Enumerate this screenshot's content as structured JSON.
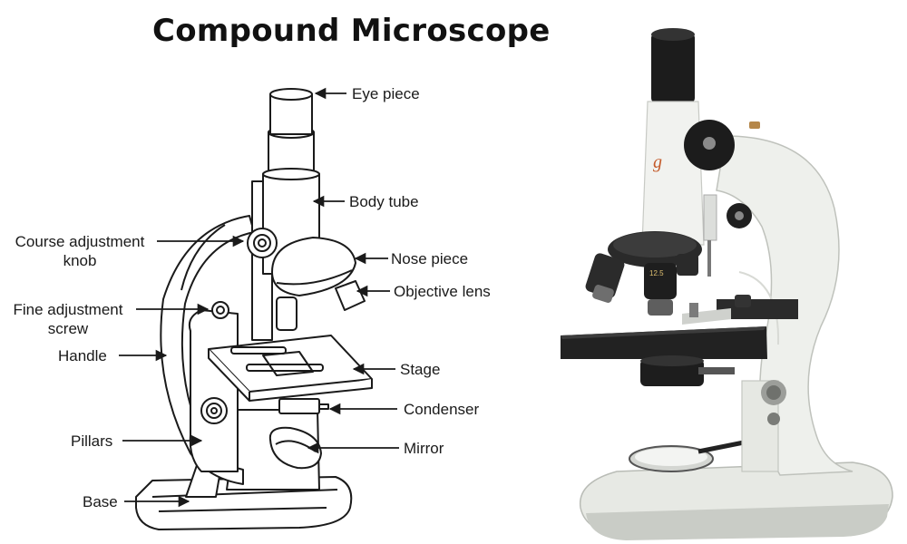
{
  "title": "Compound Microscope",
  "labels": {
    "eye_piece": "Eye piece",
    "body_tube": "Body tube",
    "course_adjustment_line1": "Course adjustment",
    "course_adjustment_line2": "knob",
    "nose_piece": "Nose piece",
    "objective_lens": "Objective lens",
    "fine_adjustment_line1": "Fine adjustment",
    "fine_adjustment_line2": "screw",
    "handle": "Handle",
    "stage": "Stage",
    "condenser": "Condenser",
    "pillars": "Pillars",
    "mirror": "Mirror",
    "base": "Base"
  },
  "photo": {
    "lens_marking": "12.5"
  },
  "colors": {
    "line": "#1a1a1a",
    "microscope_body": "#eef0ec",
    "dark_parts": "#1c1c1c",
    "stage_plate": "#222222"
  }
}
